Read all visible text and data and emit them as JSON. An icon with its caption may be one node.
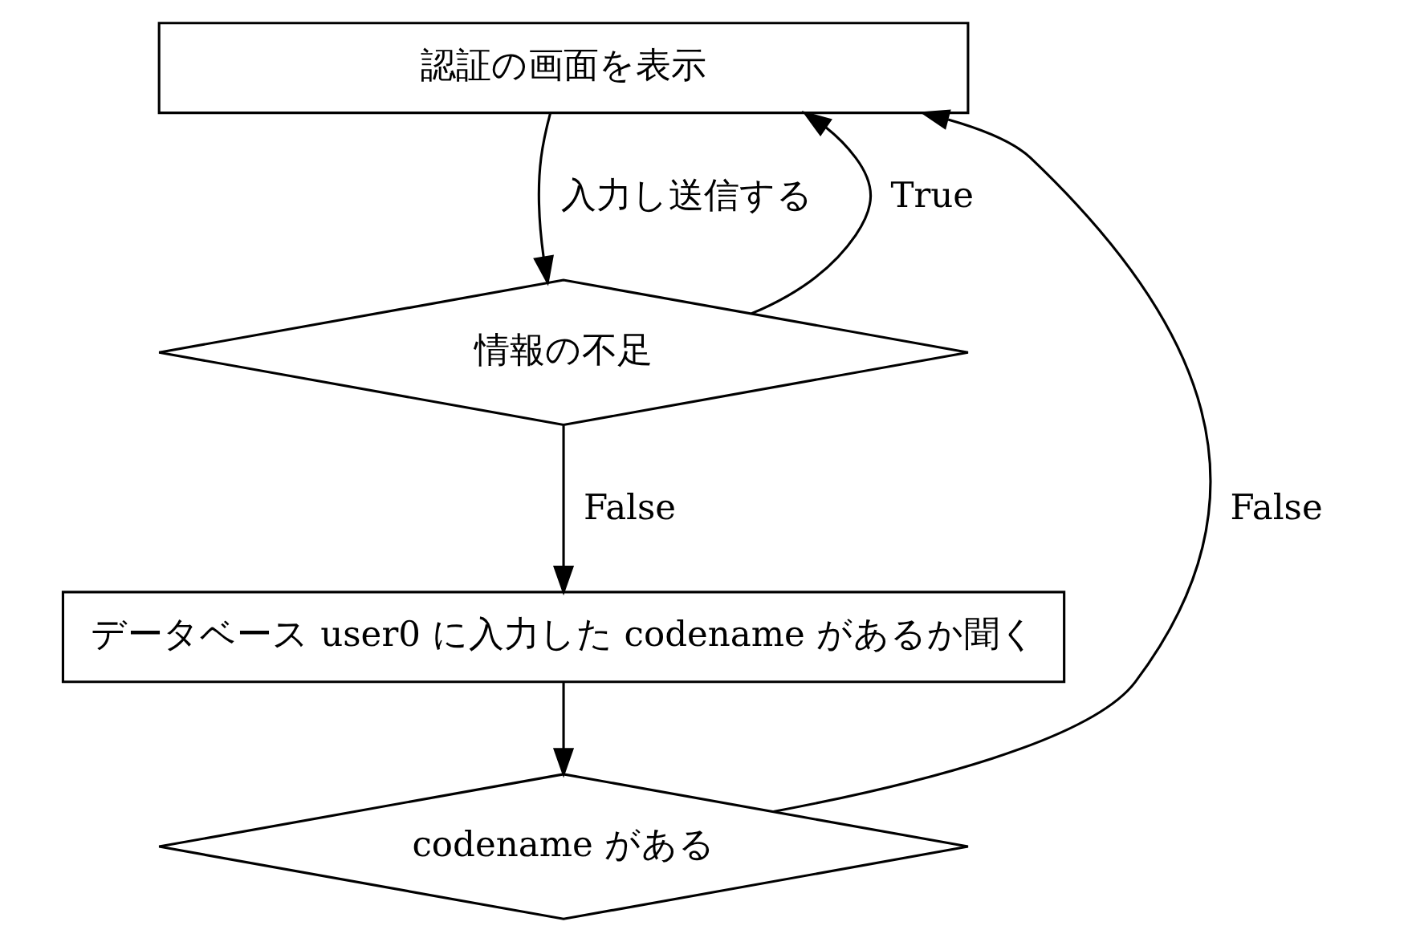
{
  "diagram": {
    "nodes": [
      {
        "text": [
          "認証の画面を表示"
        ]
      },
      {
        "text": [
          "情報の不足"
        ]
      },
      {
        "text": [
          "データベース user0 に入力した codename があるか聞く"
        ]
      },
      {
        "text": [
          "codename がある"
        ]
      }
    ],
    "edges": [
      {
        "from": 0,
        "to": 1,
        "arrow": "to",
        "label": "入力し送信する"
      },
      {
        "from": 1,
        "to": 2,
        "arrow": "to",
        "label": "False"
      },
      {
        "from": 2,
        "to": 3,
        "arrow": "to"
      },
      {
        "from": 1,
        "to": 0,
        "arrow": "to",
        "label": "True"
      },
      {
        "from": 3,
        "to": 0,
        "arrow": "to",
        "label": "False"
      }
    ]
  }
}
